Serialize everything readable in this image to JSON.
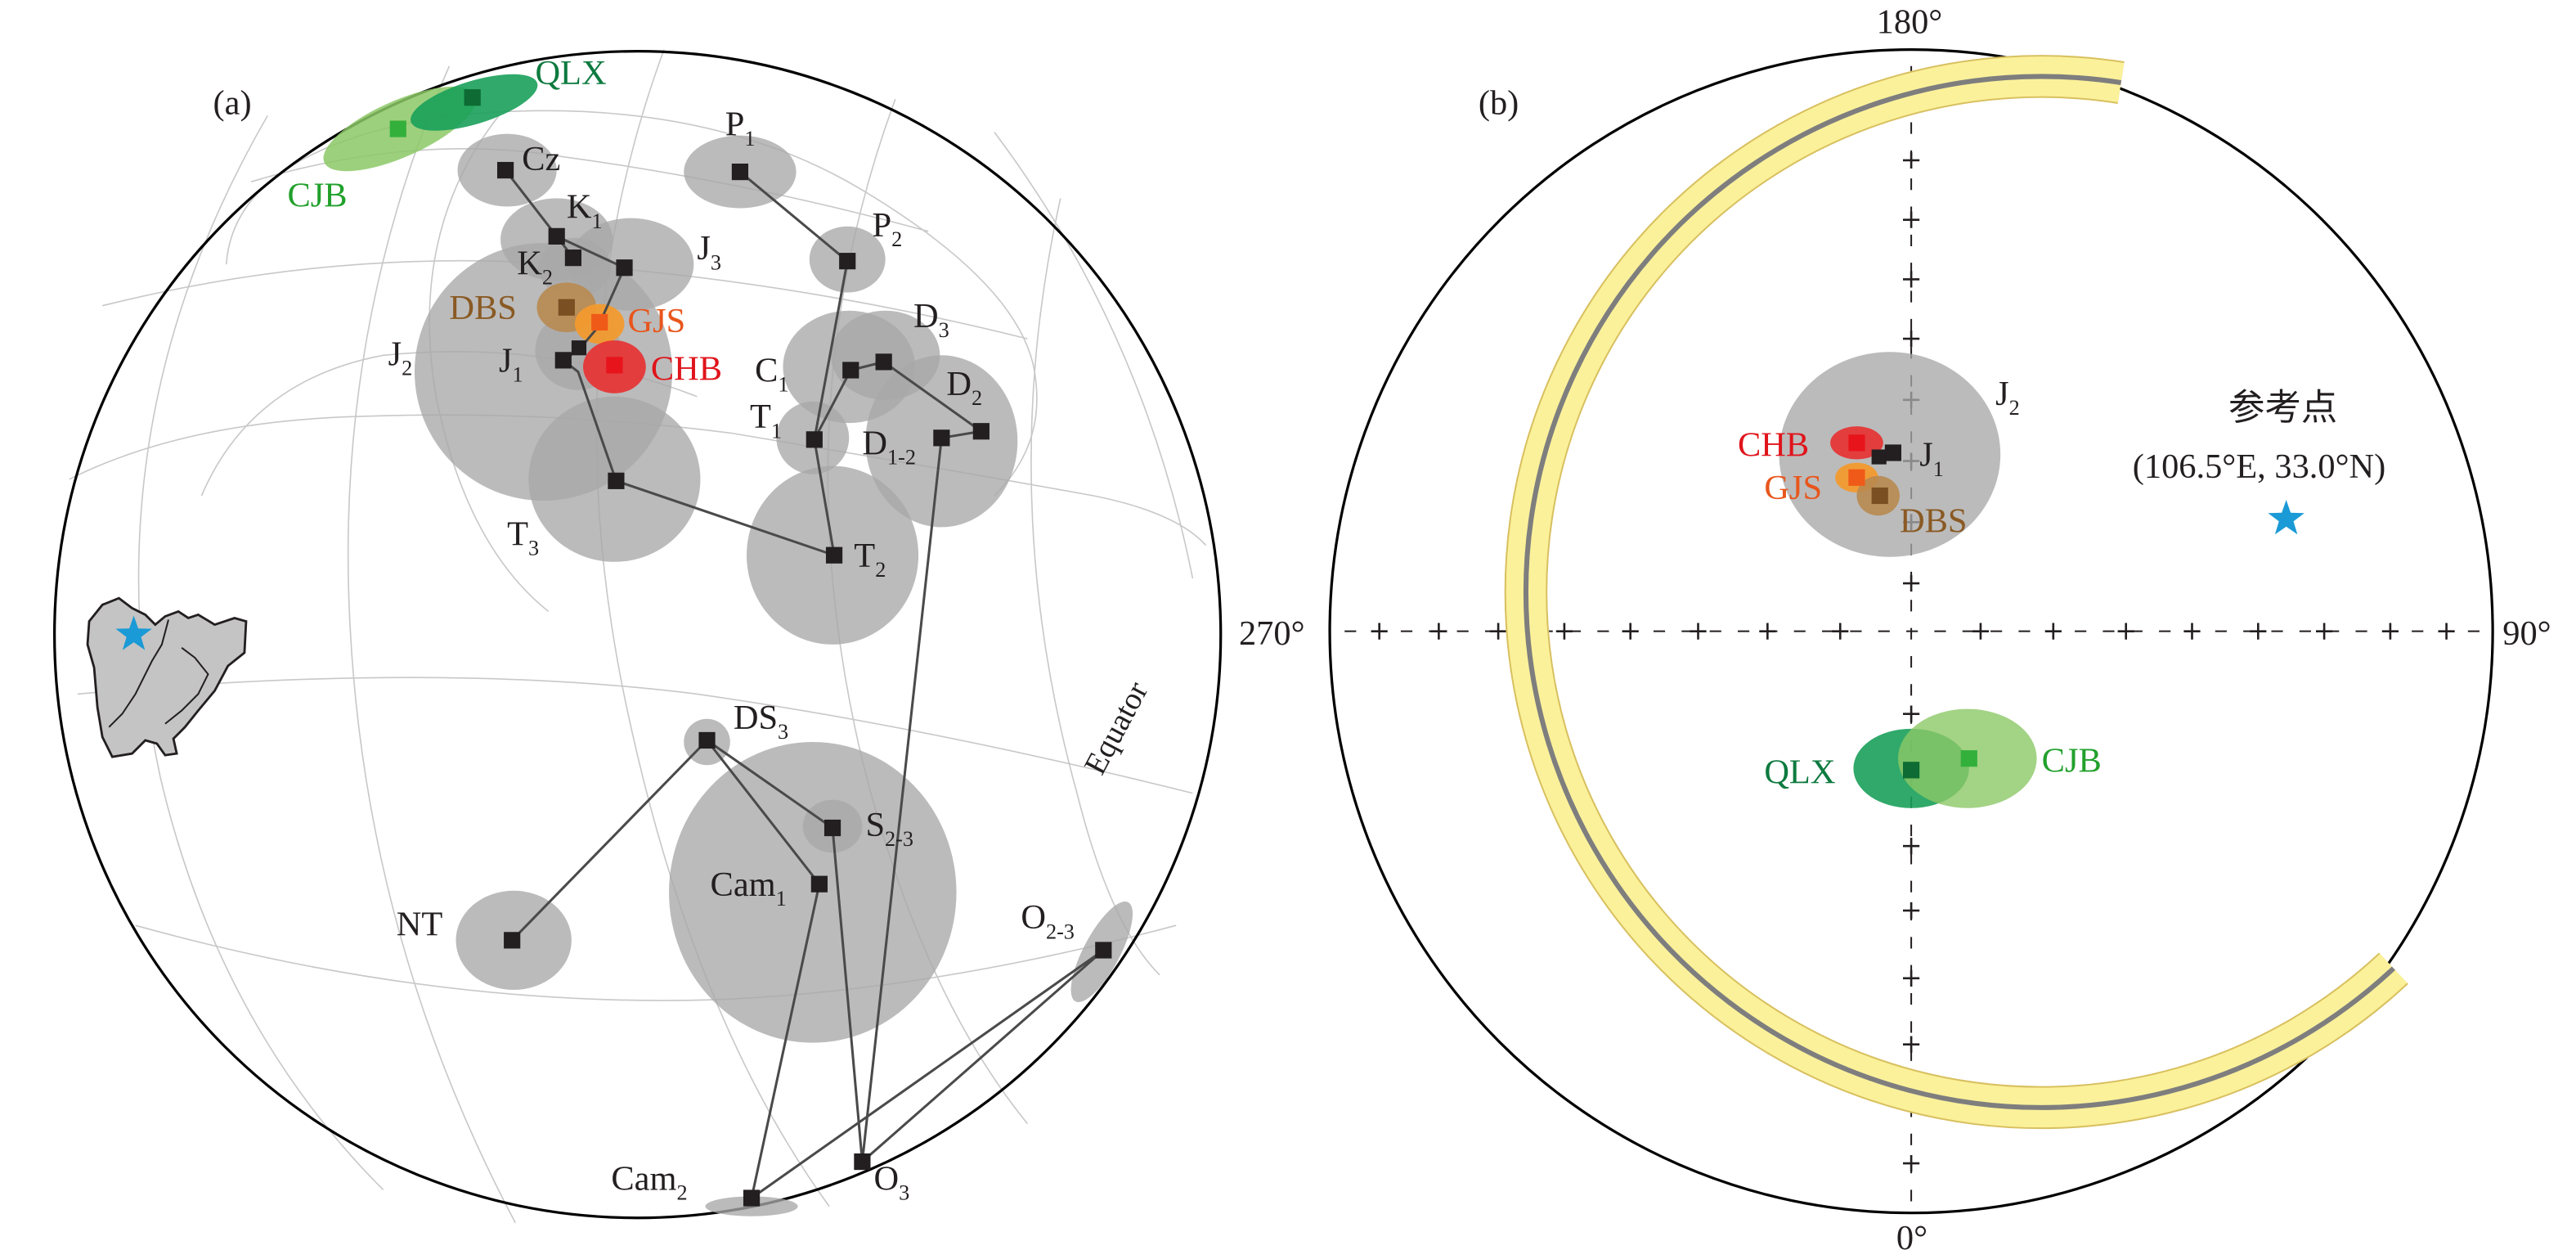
{
  "panel_a": {
    "label": "(a)",
    "equator_label": "Equator",
    "poles": [
      {
        "name": "QLX",
        "label": "QLX",
        "color": "#0d7a3f"
      },
      {
        "name": "CJB",
        "label": "CJB",
        "color": "#22a02c"
      },
      {
        "name": "Cz",
        "label": "Cz"
      },
      {
        "name": "P1",
        "label": "P",
        "sub": "1"
      },
      {
        "name": "K1",
        "label": "K",
        "sub": "1"
      },
      {
        "name": "P2",
        "label": "P",
        "sub": "2"
      },
      {
        "name": "J3",
        "label": "J",
        "sub": "3"
      },
      {
        "name": "K2",
        "label": "K",
        "sub": "2"
      },
      {
        "name": "DBS",
        "label": "DBS",
        "color": "#8a5a24"
      },
      {
        "name": "GJS",
        "label": "GJS",
        "color": "#e8561c"
      },
      {
        "name": "D3",
        "label": "D",
        "sub": "3"
      },
      {
        "name": "J2",
        "label": "J",
        "sub": "2"
      },
      {
        "name": "J1",
        "label": "J",
        "sub": "1"
      },
      {
        "name": "CHB",
        "label": "CHB",
        "color": "#e0141b"
      },
      {
        "name": "C1",
        "label": "C",
        "sub": "1"
      },
      {
        "name": "D2",
        "label": "D",
        "sub": "2"
      },
      {
        "name": "T1",
        "label": "T",
        "sub": "1"
      },
      {
        "name": "D1-2",
        "label": "D",
        "sub": "1-2"
      },
      {
        "name": "T3",
        "label": "T",
        "sub": "3"
      },
      {
        "name": "T2",
        "label": "T",
        "sub": "2"
      },
      {
        "name": "DS3",
        "label": "DS",
        "sub": "3"
      },
      {
        "name": "S2-3",
        "label": "S",
        "sub": "2-3"
      },
      {
        "name": "Cam1",
        "label": "Cam",
        "sub": "1"
      },
      {
        "name": "NT",
        "label": "NT"
      },
      {
        "name": "O2-3",
        "label": "O",
        "sub": "2-3"
      },
      {
        "name": "Cam2",
        "label": "Cam",
        "sub": "2"
      },
      {
        "name": "O3",
        "label": "O",
        "sub": "3"
      }
    ]
  },
  "panel_b": {
    "label": "(b)",
    "azimuth_labels": {
      "top": "180°",
      "bottom": "0°",
      "left": "270°",
      "right": "90°"
    },
    "reference_point": {
      "title": "参考点",
      "coords": "(106.5°E, 33.0°N)"
    },
    "poles": [
      {
        "name": "J2",
        "label": "J",
        "sub": "2"
      },
      {
        "name": "CHB",
        "label": "CHB",
        "color": "#e0141b"
      },
      {
        "name": "J1",
        "label": "J",
        "sub": "1"
      },
      {
        "name": "GJS",
        "label": "GJS",
        "color": "#e8561c"
      },
      {
        "name": "DBS",
        "label": "DBS",
        "color": "#8a5a24"
      },
      {
        "name": "QLX",
        "label": "QLX",
        "color": "#0d7a3f"
      },
      {
        "name": "CJB",
        "label": "CJB",
        "color": "#22a02c"
      }
    ]
  },
  "colors": {
    "confidence_gray": "#a8a8a8",
    "pole_square": "#231f20",
    "star": "#1a9ad6",
    "band_fill": "#fbf19a",
    "band_stroke": "#d8c060",
    "qlx_ellipse": "#1aa05a",
    "cjb_ellipse": "#8cc866",
    "chb_ellipse": "#e83030",
    "gjs_ellipse": "#f29a2e",
    "dbs_ellipse": "#b88a50"
  }
}
